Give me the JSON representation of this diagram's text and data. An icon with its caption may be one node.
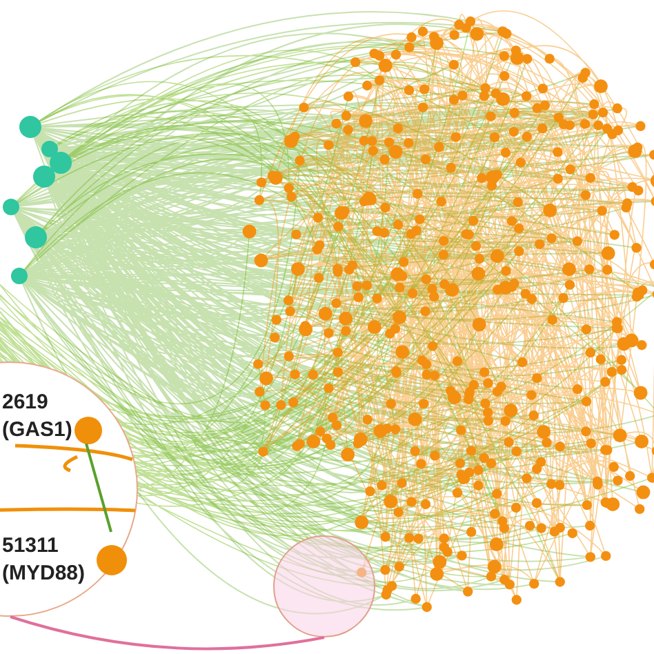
{
  "diagram": {
    "nodes": [
      {
        "text": [],
        "shape": "circle"
      },
      {
        "text": [
          "2619 (GAS1)"
        ],
        "in": 0
      },
      {
        "text": [
          "51311 (MYD88)"
        ],
        "in": 0
      },
      {
        "text": [],
        "shape": "circle"
      }
    ],
    "edges": [
      {
        "from": 1,
        "to": 2,
        "arrow": "none",
        "color": "#5aa02c"
      },
      {
        "from": 3,
        "to": 0,
        "arrow": "none",
        "color": "#e0709a"
      }
    ]
  }
}
